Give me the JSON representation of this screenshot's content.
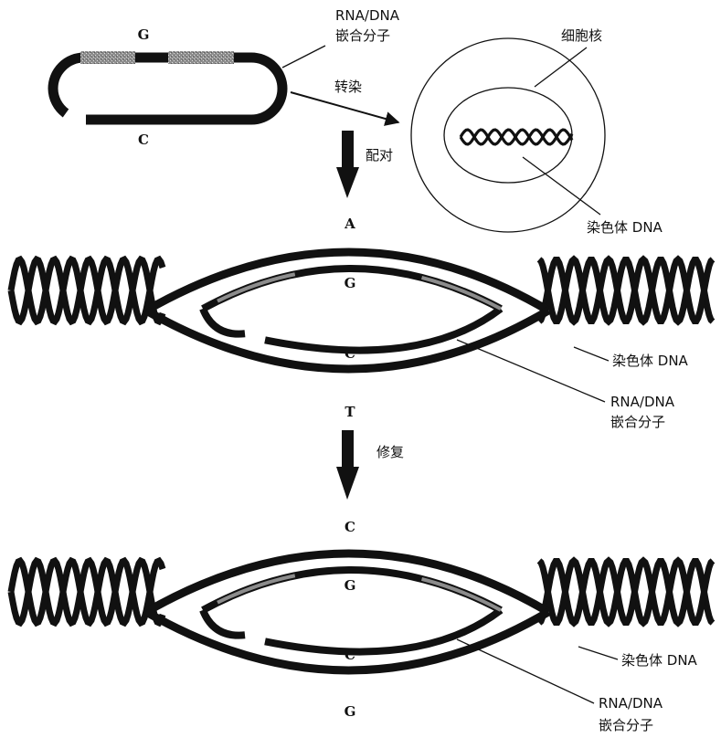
{
  "labels": {
    "hybrid_line1": "RNA/DNA",
    "hybrid_line2": "嵌合分子",
    "nucleus": "细胞核",
    "transfect": "转染",
    "chromosome_dna": "染色体 DNA",
    "pair": "配对",
    "repair": "修复"
  },
  "bases": {
    "vector_top": "G",
    "vector_bottom": "C",
    "step2_outer_top": "A",
    "step2_inner_top": "G",
    "step2_inner_bottom": "C",
    "step2_outer_bottom": "T",
    "step3_outer_top": "C",
    "step3_inner_top": "G",
    "step3_inner_bottom": "C",
    "step3_outer_bottom": "G"
  },
  "colors": {
    "dna_strand": "#111111",
    "rna_segment": "#9a9a9a",
    "background": "#ffffff"
  }
}
